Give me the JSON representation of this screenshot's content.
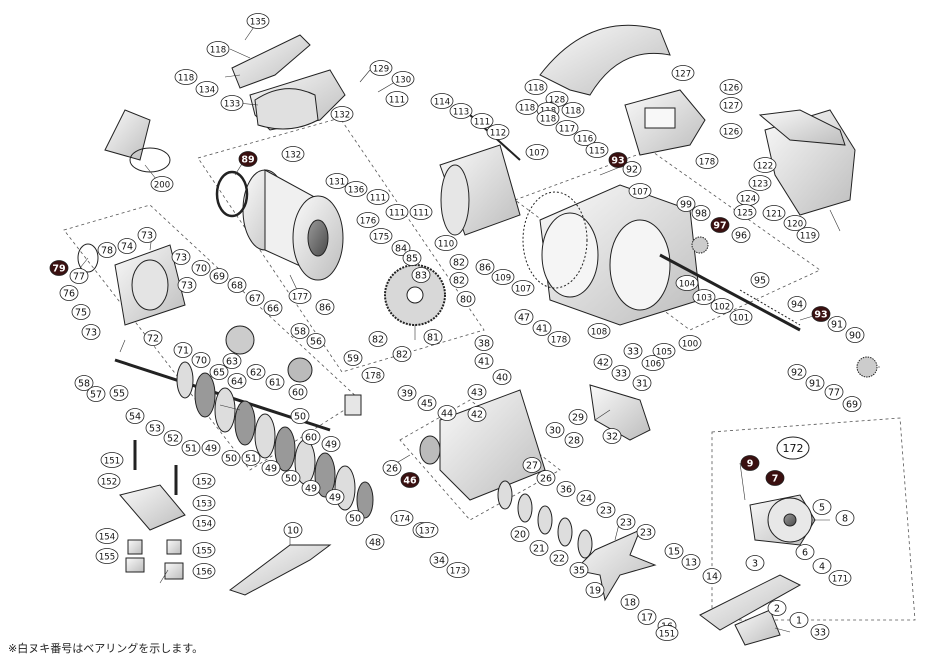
{
  "footnote": "※白ヌキ番号はベアリングを示します。",
  "group_label": "172",
  "callouts": [
    {
      "n": "135",
      "bearing": false
    },
    {
      "n": "118",
      "bearing": false
    },
    {
      "n": "118",
      "bearing": false
    },
    {
      "n": "134",
      "bearing": false
    },
    {
      "n": "133",
      "bearing": false
    },
    {
      "n": "132",
      "bearing": false
    },
    {
      "n": "132",
      "bearing": false
    },
    {
      "n": "129",
      "bearing": false
    },
    {
      "n": "130",
      "bearing": false
    },
    {
      "n": "111",
      "bearing": false
    },
    {
      "n": "114",
      "bearing": false
    },
    {
      "n": "113",
      "bearing": false
    },
    {
      "n": "111",
      "bearing": false
    },
    {
      "n": "112",
      "bearing": false
    },
    {
      "n": "200",
      "bearing": false
    },
    {
      "n": "89",
      "bearing": true
    },
    {
      "n": "131",
      "bearing": false
    },
    {
      "n": "136",
      "bearing": false
    },
    {
      "n": "111",
      "bearing": false
    },
    {
      "n": "111",
      "bearing": false
    },
    {
      "n": "111",
      "bearing": false
    },
    {
      "n": "110",
      "bearing": false
    },
    {
      "n": "176",
      "bearing": false
    },
    {
      "n": "175",
      "bearing": false
    },
    {
      "n": "84",
      "bearing": false
    },
    {
      "n": "85",
      "bearing": false
    },
    {
      "n": "83",
      "bearing": false
    },
    {
      "n": "82",
      "bearing": false
    },
    {
      "n": "82",
      "bearing": false
    },
    {
      "n": "80",
      "bearing": false
    },
    {
      "n": "177",
      "bearing": false
    },
    {
      "n": "86",
      "bearing": false
    },
    {
      "n": "86",
      "bearing": false
    },
    {
      "n": "81",
      "bearing": false
    },
    {
      "n": "82",
      "bearing": false
    },
    {
      "n": "82",
      "bearing": false
    },
    {
      "n": "118",
      "bearing": false
    },
    {
      "n": "128",
      "bearing": false
    },
    {
      "n": "118",
      "bearing": false
    },
    {
      "n": "118",
      "bearing": false
    },
    {
      "n": "127",
      "bearing": false
    },
    {
      "n": "126",
      "bearing": false
    },
    {
      "n": "127",
      "bearing": false
    },
    {
      "n": "118",
      "bearing": false
    },
    {
      "n": "118",
      "bearing": false
    },
    {
      "n": "117",
      "bearing": false
    },
    {
      "n": "116",
      "bearing": false
    },
    {
      "n": "115",
      "bearing": false
    },
    {
      "n": "107",
      "bearing": false
    },
    {
      "n": "93",
      "bearing": true
    },
    {
      "n": "92",
      "bearing": false
    },
    {
      "n": "178",
      "bearing": false
    },
    {
      "n": "126",
      "bearing": false
    },
    {
      "n": "122",
      "bearing": false
    },
    {
      "n": "123",
      "bearing": false
    },
    {
      "n": "124",
      "bearing": false
    },
    {
      "n": "125",
      "bearing": false
    },
    {
      "n": "121",
      "bearing": false
    },
    {
      "n": "120",
      "bearing": false
    },
    {
      "n": "119",
      "bearing": false
    },
    {
      "n": "107",
      "bearing": false
    },
    {
      "n": "99",
      "bearing": false
    },
    {
      "n": "98",
      "bearing": false
    },
    {
      "n": "97",
      "bearing": true
    },
    {
      "n": "96",
      "bearing": false
    },
    {
      "n": "95",
      "bearing": false
    },
    {
      "n": "109",
      "bearing": false
    },
    {
      "n": "107",
      "bearing": false
    },
    {
      "n": "104",
      "bearing": false
    },
    {
      "n": "103",
      "bearing": false
    },
    {
      "n": "102",
      "bearing": false
    },
    {
      "n": "101",
      "bearing": false
    },
    {
      "n": "94",
      "bearing": false
    },
    {
      "n": "93",
      "bearing": true
    },
    {
      "n": "91",
      "bearing": false
    },
    {
      "n": "90",
      "bearing": false
    },
    {
      "n": "108",
      "bearing": false
    },
    {
      "n": "33",
      "bearing": false
    },
    {
      "n": "106",
      "bearing": false
    },
    {
      "n": "105",
      "bearing": false
    },
    {
      "n": "100",
      "bearing": false
    },
    {
      "n": "92",
      "bearing": false
    },
    {
      "n": "91",
      "bearing": false
    },
    {
      "n": "77",
      "bearing": false
    },
    {
      "n": "69",
      "bearing": false
    },
    {
      "n": "73",
      "bearing": false
    },
    {
      "n": "78",
      "bearing": false
    },
    {
      "n": "74",
      "bearing": false
    },
    {
      "n": "79",
      "bearing": true
    },
    {
      "n": "77",
      "bearing": false
    },
    {
      "n": "76",
      "bearing": false
    },
    {
      "n": "75",
      "bearing": false
    },
    {
      "n": "73",
      "bearing": false
    },
    {
      "n": "73",
      "bearing": false
    },
    {
      "n": "73",
      "bearing": false
    },
    {
      "n": "70",
      "bearing": false
    },
    {
      "n": "69",
      "bearing": false
    },
    {
      "n": "68",
      "bearing": false
    },
    {
      "n": "67",
      "bearing": false
    },
    {
      "n": "66",
      "bearing": false
    },
    {
      "n": "72",
      "bearing": false
    },
    {
      "n": "71",
      "bearing": false
    },
    {
      "n": "70",
      "bearing": false
    },
    {
      "n": "65",
      "bearing": false
    },
    {
      "n": "64",
      "bearing": false
    },
    {
      "n": "58",
      "bearing": false
    },
    {
      "n": "56",
      "bearing": false
    },
    {
      "n": "63",
      "bearing": false
    },
    {
      "n": "62",
      "bearing": false
    },
    {
      "n": "61",
      "bearing": false
    },
    {
      "n": "60",
      "bearing": false
    },
    {
      "n": "59",
      "bearing": false
    },
    {
      "n": "178",
      "bearing": false
    },
    {
      "n": "58",
      "bearing": false
    },
    {
      "n": "57",
      "bearing": false
    },
    {
      "n": "55",
      "bearing": false
    },
    {
      "n": "54",
      "bearing": false
    },
    {
      "n": "53",
      "bearing": false
    },
    {
      "n": "52",
      "bearing": false
    },
    {
      "n": "51",
      "bearing": false
    },
    {
      "n": "49",
      "bearing": false
    },
    {
      "n": "50",
      "bearing": false
    },
    {
      "n": "51",
      "bearing": false
    },
    {
      "n": "49",
      "bearing": false
    },
    {
      "n": "50",
      "bearing": false
    },
    {
      "n": "49",
      "bearing": false
    },
    {
      "n": "50",
      "bearing": false
    },
    {
      "n": "60",
      "bearing": false
    },
    {
      "n": "49",
      "bearing": false
    },
    {
      "n": "49",
      "bearing": false
    },
    {
      "n": "50",
      "bearing": false
    },
    {
      "n": "48",
      "bearing": false
    },
    {
      "n": "47",
      "bearing": false
    },
    {
      "n": "41",
      "bearing": false
    },
    {
      "n": "178",
      "bearing": false
    },
    {
      "n": "38",
      "bearing": false
    },
    {
      "n": "41",
      "bearing": false
    },
    {
      "n": "40",
      "bearing": false
    },
    {
      "n": "39",
      "bearing": false
    },
    {
      "n": "45",
      "bearing": false
    },
    {
      "n": "44",
      "bearing": false
    },
    {
      "n": "43",
      "bearing": false
    },
    {
      "n": "42",
      "bearing": false
    },
    {
      "n": "42",
      "bearing": false
    },
    {
      "n": "33",
      "bearing": false
    },
    {
      "n": "31",
      "bearing": false
    },
    {
      "n": "29",
      "bearing": false
    },
    {
      "n": "32",
      "bearing": false
    },
    {
      "n": "30",
      "bearing": false
    },
    {
      "n": "28",
      "bearing": false
    },
    {
      "n": "27",
      "bearing": false
    },
    {
      "n": "26",
      "bearing": false
    },
    {
      "n": "46",
      "bearing": true
    },
    {
      "n": "174",
      "bearing": false
    },
    {
      "n": "25",
      "bearing": false
    },
    {
      "n": "26",
      "bearing": false
    },
    {
      "n": "36",
      "bearing": false
    },
    {
      "n": "24",
      "bearing": false
    },
    {
      "n": "23",
      "bearing": false
    },
    {
      "n": "23",
      "bearing": false
    },
    {
      "n": "23",
      "bearing": false
    },
    {
      "n": "137",
      "bearing": false
    },
    {
      "n": "20",
      "bearing": false
    },
    {
      "n": "21",
      "bearing": false
    },
    {
      "n": "22",
      "bearing": false
    },
    {
      "n": "35",
      "bearing": false
    },
    {
      "n": "34",
      "bearing": false
    },
    {
      "n": "173",
      "bearing": false
    },
    {
      "n": "19",
      "bearing": false
    },
    {
      "n": "18",
      "bearing": false
    },
    {
      "n": "17",
      "bearing": false
    },
    {
      "n": "16",
      "bearing": false
    },
    {
      "n": "15",
      "bearing": false
    },
    {
      "n": "13",
      "bearing": false
    },
    {
      "n": "14",
      "bearing": false
    },
    {
      "n": "151",
      "bearing": false
    },
    {
      "n": "151",
      "bearing": false
    },
    {
      "n": "152",
      "bearing": false
    },
    {
      "n": "152",
      "bearing": false
    },
    {
      "n": "153",
      "bearing": false
    },
    {
      "n": "154",
      "bearing": false
    },
    {
      "n": "154",
      "bearing": false
    },
    {
      "n": "155",
      "bearing": false
    },
    {
      "n": "155",
      "bearing": false
    },
    {
      "n": "156",
      "bearing": false
    },
    {
      "n": "10",
      "bearing": false
    },
    {
      "n": "9",
      "bearing": true
    },
    {
      "n": "7",
      "bearing": true
    },
    {
      "n": "5",
      "bearing": false
    },
    {
      "n": "8",
      "bearing": false
    },
    {
      "n": "6",
      "bearing": false
    },
    {
      "n": "4",
      "bearing": false
    },
    {
      "n": "171",
      "bearing": false
    },
    {
      "n": "3",
      "bearing": false
    },
    {
      "n": "2",
      "bearing": false
    },
    {
      "n": "1",
      "bearing": false
    },
    {
      "n": "33",
      "bearing": false
    }
  ]
}
